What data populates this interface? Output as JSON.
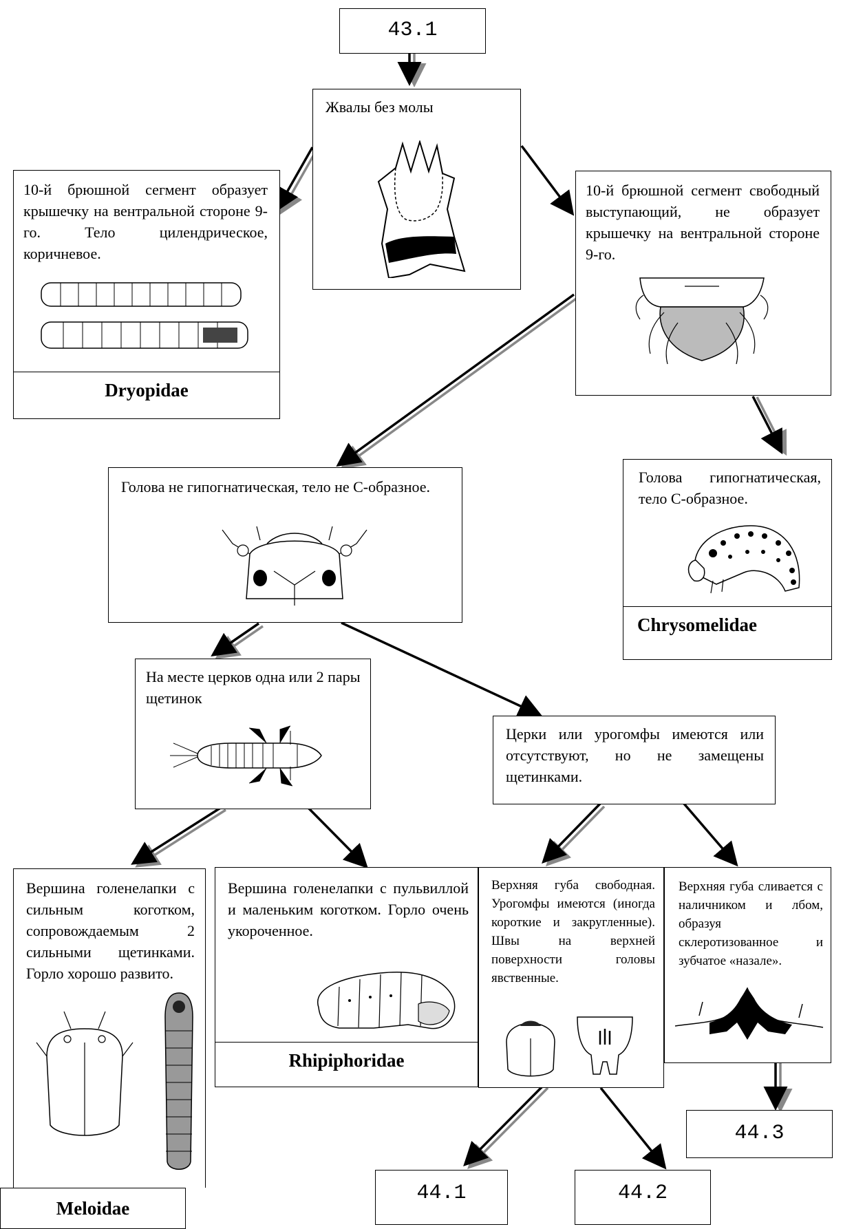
{
  "codes": {
    "top": "43.1",
    "c44_1": "44.1",
    "c44_2": "44.2",
    "c44_3": "44.3"
  },
  "nodes": {
    "mandible": "Жвалы без молы",
    "dryopidae_text": "10-й брюшной сегмент образует крышечку на вентральной стороне 9-го. Тело цилендрическое, коричневое.",
    "segment10_text": "10-й брюшной сегмент свободный выступающий, не образует крышечку на вентральной стороне 9-го.",
    "head_not_hypo": "Голова не гипогнатическая, тело не С-образное.",
    "chrysomelidae_text": "Голова гипогнатическая, тело С-образное.",
    "cerci_setae": "На месте церков одна или 2 пары щетинок",
    "cerci_present": "Церки или урогомфы имеются или отсутствуют, но не замещены щетинками.",
    "meloidae_text": "Вершина голенелапки с сильным коготком, сопровождаемым 2 сильными щетинками. Горло хорошо развито.",
    "rhipiphoridae_text": "Вершина голенелапки с пульвиллой и маленьким коготком. Горло очень укороченное.",
    "labrum_free": "Верхняя губа свободная. Урогомфы имеются (иногда короткие и закругленные). Швы на верхней поверхности головы явственные.",
    "labrum_fused": "Верхняя губа сливается с наличником и лбом, образуя склеротизованное и зубчатое «назале»."
  },
  "families": {
    "dryopidae": "Dryopidae",
    "chrysomelidae": "Chrysomelidae",
    "meloidae": "Meloidae",
    "rhipiphoridae": "Rhipiphoridae"
  }
}
